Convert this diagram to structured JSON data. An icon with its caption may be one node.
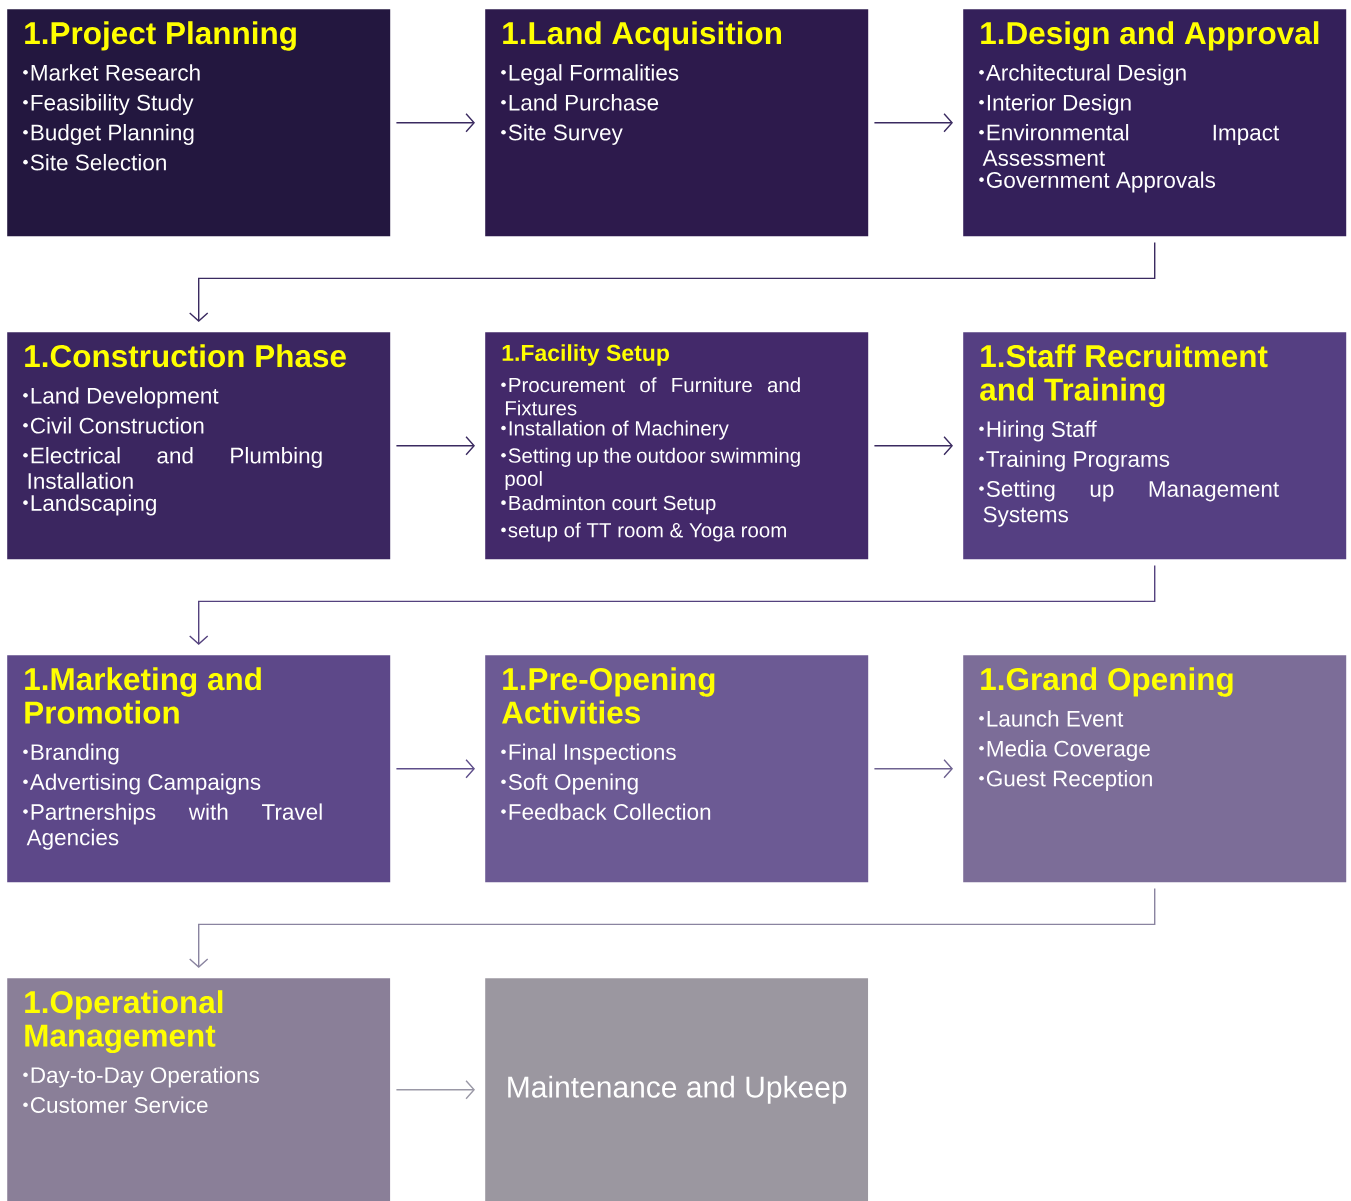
{
  "diagram": {
    "nodes": [
      {
        "text": [
          "1.Project Planning",
          "Market Research",
          "Feasibility Study",
          "Budget Planning",
          "Site Selection"
        ]
      },
      {
        "text": [
          "1.Land Acquisition",
          "Legal Formalities",
          "Land Purchase",
          "Site Survey"
        ]
      },
      {
        "text": [
          "1.Design and Approval",
          "Architectural Design",
          "Interior Design",
          "Environmental Impact Assessment",
          "Government Approvals"
        ]
      },
      {
        "text": [
          "1.Construction Phase",
          "Land Development",
          "Civil Construction",
          "Electrical and Plumbing Installation",
          "Landscaping"
        ]
      },
      {
        "text": [
          "1.Facility Setup",
          "Procurement of Furniture and Fixtures",
          "Installation of Machinery",
          "Setting up the outdoor swimming pool",
          "Badminton court Setup",
          "setup of TT room & Yoga room"
        ]
      },
      {
        "text": [
          "1.Staff Recruitment and Training",
          "Hiring Staff",
          "Training Programs",
          "Setting up Management Systems"
        ]
      },
      {
        "text": [
          "1.Marketing and Promotion",
          "Branding",
          "Advertising Campaigns",
          "Partnerships with Travel Agencies"
        ]
      },
      {
        "text": [
          "1.Pre-Opening Activities",
          "Final Inspections",
          "Soft Opening",
          "Feedback Collection"
        ]
      },
      {
        "text": [
          "1.Grand Opening",
          "Launch Event",
          "Media Coverage",
          "Guest Reception"
        ]
      },
      {
        "text": [
          "1.Operational Management",
          "Day-to-Day Operations",
          "Customer Service"
        ]
      },
      {
        "text": [
          "Maintenance and Upkeep"
        ]
      }
    ],
    "edges": [
      {
        "from": 0,
        "to": 1,
        "arrow": "to",
        "color": "#3a2a60"
      },
      {
        "from": 1,
        "to": 2,
        "arrow": "to",
        "color": "#3a2a60"
      },
      {
        "from": 2,
        "to": 3,
        "arrow": "to",
        "color": "#3a2a60"
      },
      {
        "from": 3,
        "to": 4,
        "arrow": "to",
        "color": "#3a2a60"
      },
      {
        "from": 4,
        "to": 5,
        "arrow": "to",
        "color": "#3a2a60"
      },
      {
        "from": 5,
        "to": 6,
        "arrow": "to",
        "color": "#54427e"
      },
      {
        "from": 6,
        "to": 7,
        "arrow": "to",
        "color": "#5e4e8a"
      },
      {
        "from": 7,
        "to": 8,
        "arrow": "to",
        "color": "#6e6290"
      },
      {
        "from": 8,
        "to": 9,
        "arrow": "to",
        "color": "#8a84a0"
      },
      {
        "from": 9,
        "to": 10,
        "arrow": "to",
        "color": "#9a98a6"
      }
    ]
  }
}
